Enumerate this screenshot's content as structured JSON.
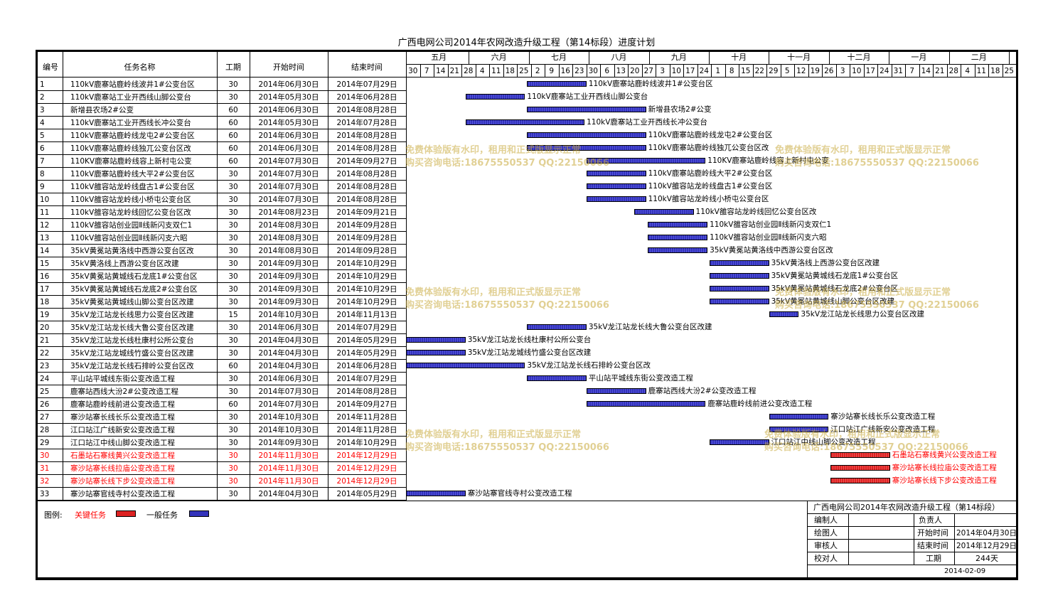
{
  "title": "广西电网公司2014年农网改造升级工程（第14标段）进度计划",
  "headers": {
    "num": "编号",
    "name": "任务名称",
    "dur": "工期",
    "start": "开始时间",
    "end": "结束时间"
  },
  "months": [
    "五月",
    "六月",
    "七月",
    "八月",
    "九月",
    "十月",
    "十一月",
    "十二月",
    "一月",
    "二月"
  ],
  "ticks": [
    "30",
    "7",
    "14",
    "21",
    "28",
    "4",
    "11",
    "18",
    "25",
    "2",
    "9",
    "16",
    "23",
    "30",
    "6",
    "13",
    "20",
    "27",
    "3",
    "10",
    "17",
    "24",
    "1",
    "8",
    "15",
    "22",
    "29",
    "5",
    "12",
    "19",
    "26",
    "3",
    "10",
    "17",
    "24",
    "31",
    "7",
    "14",
    "21",
    "28",
    "4",
    "11",
    "18",
    "25"
  ],
  "tasks": [
    {
      "id": "1",
      "name": "110kV鹿寨站鹿岭线波井1#公变台区",
      "dur": "30",
      "start": "2014年06月30日",
      "end": "2014年07月29日",
      "label": "110kV鹿寨站鹿岭线波井1#公变台区",
      "s": 61,
      "d": 30,
      "critical": false
    },
    {
      "id": "2",
      "name": "110kV鹿寨站工业开西线山脚公变台",
      "dur": "30",
      "start": "2014年05月30日",
      "end": "2014年06月28日",
      "label": "110kV鹿寨站工业开西线山脚公变台",
      "s": 30,
      "d": 30,
      "critical": false
    },
    {
      "id": "3",
      "name": "新增县农场2#公变",
      "dur": "60",
      "start": "2014年06月30日",
      "end": "2014年08月28日",
      "label": "新增县农场2#公变",
      "s": 61,
      "d": 60,
      "critical": false
    },
    {
      "id": "4",
      "name": "110kV鹿寨站工业开西线长冲公变台",
      "dur": "60",
      "start": "2014年05月30日",
      "end": "2014年07月28日",
      "label": "110kV鹿寨站工业开西线长冲公变台",
      "s": 30,
      "d": 60,
      "critical": false
    },
    {
      "id": "5",
      "name": "110kV鹿寨站鹿岭线龙屯2#公变台区",
      "dur": "60",
      "start": "2014年06月30日",
      "end": "2014年08月28日",
      "label": "110kV鹿寨站鹿岭线龙屯2#公变台区",
      "s": 61,
      "d": 60,
      "critical": false
    },
    {
      "id": "6",
      "name": "110kV鹿寨站鹿岭线独兀公变台区改",
      "dur": "60",
      "start": "2014年06月30日",
      "end": "2014年08月28日",
      "label": "110kV鹿寨站鹿岭线独兀公变台区改",
      "s": 61,
      "d": 60,
      "critical": false
    },
    {
      "id": "7",
      "name": "110KV鹿寨站鹿岭线容上新村屯公变",
      "dur": "60",
      "start": "2014年07月30日",
      "end": "2014年09月27日",
      "label": "110KV鹿寨站鹿岭线容上新村屯公变",
      "s": 91,
      "d": 60,
      "critical": false
    },
    {
      "id": "8",
      "name": "110kV鹿寨站鹿岭线大平2#公变台区",
      "dur": "30",
      "start": "2014年07月30日",
      "end": "2014年08月28日",
      "label": "110kV鹿寨站鹿岭线大平2#公变台区",
      "s": 91,
      "d": 30,
      "critical": false
    },
    {
      "id": "9",
      "name": "110kV雒容站龙岭线盘古1#公变台区",
      "dur": "30",
      "start": "2014年07月30日",
      "end": "2014年08月28日",
      "label": "110kV雒容站龙岭线盘古1#公变台区",
      "s": 91,
      "d": 30,
      "critical": false
    },
    {
      "id": "10",
      "name": "110kV雒容站龙岭线小桥屯公变台区",
      "dur": "30",
      "start": "2014年07月30日",
      "end": "2014年08月28日",
      "label": "110kV雒容站龙岭线小桥屯公变台区",
      "s": 91,
      "d": 30,
      "critical": false
    },
    {
      "id": "11",
      "name": "110kV雒容站龙岭线回忆公变台区改",
      "dur": "30",
      "start": "2014年08月23日",
      "end": "2014年09月21日",
      "label": "110kV雒容站龙岭线回忆公变台区改",
      "s": 115,
      "d": 30,
      "critical": false
    },
    {
      "id": "12",
      "name": "110kV雒容站创业园Ⅱ线新闪支双仁1",
      "dur": "30",
      "start": "2014年08月30日",
      "end": "2014年09月28日",
      "label": "110kV雒容站创业园Ⅱ线新闪支双仁1",
      "s": 122,
      "d": 30,
      "critical": false
    },
    {
      "id": "13",
      "name": "110kV雒容站创业园Ⅱ线新闪支六昭",
      "dur": "30",
      "start": "2014年08月30日",
      "end": "2014年09月28日",
      "label": "110kV雒容站创业园Ⅱ线新闪支六昭",
      "s": 122,
      "d": 30,
      "critical": false
    },
    {
      "id": "14",
      "name": "35kV黄冕站黄洛线中西游公变台区改",
      "dur": "30",
      "start": "2014年08月30日",
      "end": "2014年09月28日",
      "label": "35kV黄冕站黄洛线中西游公变台区改",
      "s": 122,
      "d": 30,
      "critical": false
    },
    {
      "id": "15",
      "name": "35kV黄洛线上西游公变台区改建",
      "dur": "30",
      "start": "2014年09月30日",
      "end": "2014年10月29日",
      "label": "35kV黄洛线上西游公变台区改建",
      "s": 153,
      "d": 30,
      "critical": false
    },
    {
      "id": "16",
      "name": "35kV黄冕站黄城线石龙底1#公变台区",
      "dur": "30",
      "start": "2014年09月30日",
      "end": "2014年10月29日",
      "label": "35kV黄冕站黄城线石龙底1#公变台区",
      "s": 153,
      "d": 30,
      "critical": false
    },
    {
      "id": "17",
      "name": "35kV黄冕站黄城线石龙底2#公变台区",
      "dur": "30",
      "start": "2014年09月30日",
      "end": "2014年10月29日",
      "label": "35kV黄冕站黄城线石龙底2#公变台区",
      "s": 153,
      "d": 30,
      "critical": false
    },
    {
      "id": "18",
      "name": "35kV黄冕站黄城线山脚公变台区改建",
      "dur": "30",
      "start": "2014年09月30日",
      "end": "2014年10月29日",
      "label": "35kV黄冕站黄城线山脚公变台区改建",
      "s": 153,
      "d": 30,
      "critical": false
    },
    {
      "id": "19",
      "name": "35kV龙江站龙长线思力公变台区改建",
      "dur": "15",
      "start": "2014年10月30日",
      "end": "2014年11月13日",
      "label": "35kV龙江站龙长线思力公变台区改建",
      "s": 183,
      "d": 15,
      "critical": false
    },
    {
      "id": "20",
      "name": "35kV龙江站龙长线大鲁公变台区改建",
      "dur": "30",
      "start": "2014年06月30日",
      "end": "2014年07月29日",
      "label": "35kV龙江站龙长线大鲁公变台区改建",
      "s": 61,
      "d": 30,
      "critical": false
    },
    {
      "id": "21",
      "name": "35kV龙江站龙长线杜康村公所公变台",
      "dur": "30",
      "start": "2014年04月30日",
      "end": "2014年05月29日",
      "label": "35kV龙江站龙长线杜康村公所公变台",
      "s": 0,
      "d": 30,
      "critical": false
    },
    {
      "id": "22",
      "name": "35kV龙江站龙城线竹盛公变台区改建",
      "dur": "30",
      "start": "2014年04月30日",
      "end": "2014年05月29日",
      "label": "35kV龙江站龙城线竹盛公变台区改建",
      "s": 0,
      "d": 30,
      "critical": false
    },
    {
      "id": "23",
      "name": "35kV龙江站龙长线石排岭公变台区改",
      "dur": "60",
      "start": "2014年04月30日",
      "end": "2014年06月28日",
      "label": "35kV龙江站龙长线石排岭公变台区改",
      "s": 0,
      "d": 60,
      "critical": false
    },
    {
      "id": "24",
      "name": "平山站平城线东街公变改造工程",
      "dur": "30",
      "start": "2014年06月30日",
      "end": "2014年07月29日",
      "label": "平山站平城线东街公变改造工程",
      "s": 61,
      "d": 30,
      "critical": false
    },
    {
      "id": "25",
      "name": "鹿寨站西线大汾2#公变改造工程",
      "dur": "30",
      "start": "2014年07月30日",
      "end": "2014年08月28日",
      "label": "鹿寨站西线大汾2#公变改造工程",
      "s": 91,
      "d": 30,
      "critical": false
    },
    {
      "id": "26",
      "name": "鹿寨站鹿岭线前进公变改造工程",
      "dur": "60",
      "start": "2014年07月30日",
      "end": "2014年09月27日",
      "label": "鹿寨站鹿岭线前进公变改造工程",
      "s": 91,
      "d": 60,
      "critical": false
    },
    {
      "id": "27",
      "name": "寨沙站寨长线长乐公变改造工程",
      "dur": "30",
      "start": "2014年10月30日",
      "end": "2014年11月28日",
      "label": "寨沙站寨长线长乐公变改造工程",
      "s": 183,
      "d": 30,
      "critical": false
    },
    {
      "id": "28",
      "name": "江口站江广线新安公变改造工程",
      "dur": "30",
      "start": "2014年10月30日",
      "end": "2014年11月28日",
      "label": "江口站江广线新安公变改造工程",
      "s": 183,
      "d": 30,
      "critical": false
    },
    {
      "id": "29",
      "name": "江口站江中线山脚公变改造工程",
      "dur": "30",
      "start": "2014年09月30日",
      "end": "2014年10月29日",
      "label": "江口站江中线山脚公变改造工程",
      "s": 153,
      "d": 30,
      "critical": false
    },
    {
      "id": "30",
      "name": "石墨站石寨线黄兴公变改造工程",
      "dur": "30",
      "start": "2014年11月30日",
      "end": "2014年12月29日",
      "label": "石墨站石寨线黄兴公变改造工程",
      "s": 214,
      "d": 30,
      "critical": true
    },
    {
      "id": "31",
      "name": "寨沙站寨长线拉庙公变改造工程",
      "dur": "30",
      "start": "2014年11月30日",
      "end": "2014年12月29日",
      "label": "寨沙站寨长线拉庙公变改造工程",
      "s": 214,
      "d": 30,
      "critical": true
    },
    {
      "id": "32",
      "name": "寨沙站寨长线下步公变改造工程",
      "dur": "30",
      "start": "2014年11月30日",
      "end": "2014年12月29日",
      "label": "寨沙站寨长线下步公变改造工程",
      "s": 214,
      "d": 30,
      "critical": true
    },
    {
      "id": "33",
      "name": "寨沙站寨官线寺村公变改造工程",
      "dur": "30",
      "start": "2014年04月30日",
      "end": "2014年05月29日",
      "label": "寨沙站寨官线寺村公变改造工程",
      "s": 0,
      "d": 30,
      "critical": false
    }
  ],
  "legend": {
    "label": "图例:",
    "critical": "关键任务",
    "normal": "一般任务",
    "critical_color": "#dd2222",
    "normal_color": "#3333bb"
  },
  "signoff": {
    "title": "广西电网公司2014年农网改造升级工程（第14标段）",
    "editor_label": "编制人",
    "owner_label": "负责人",
    "drafter_label": "绘图人",
    "start_label": "开始时间",
    "start_value": "2014年04月30日",
    "reviewer_label": "审核人",
    "end_label": "结束时间",
    "end_value": "2014年12月29日",
    "checker_label": "校对人",
    "duration_label": "工期",
    "duration_value": "244天",
    "date": "2014-02-09"
  },
  "watermark": {
    "line1": "免费体验版有水印，租用和正式版显示正常",
    "line2": "购买咨询电话:18675550537 QQ:22150066"
  }
}
